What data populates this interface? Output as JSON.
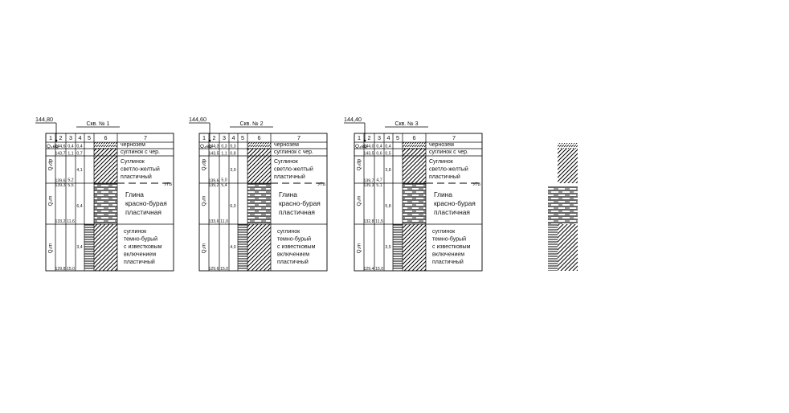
{
  "columns": [
    "1",
    "2",
    "3",
    "4",
    "5",
    "6",
    "7"
  ],
  "boreholes": [
    {
      "id": "bh1",
      "title": "Скв. № 1",
      "elevation": "144,80",
      "cells": {
        "ind_chern": "Q₄eg",
        "ind_sugl": "Q₄dp",
        "ind_glina": "Q₃m",
        "ind_tb": "Q₂m",
        "c2_r1": "144,6",
        "c3_r1": "0,4",
        "c4_r1": "0,4",
        "c2_r2": "143,7",
        "c3_r2": "1,1",
        "c4_r2": "0,7",
        "c4_r3": "4,1",
        "c2_r3a": "139,6",
        "c3_r3a": "5,2",
        "c2_r3b": "139,3",
        "c3_r3b": "5,5",
        "c4_r4": "6,4",
        "c2_r4": "133,2",
        "c3_r4": "11,6",
        "c4_r5": "3,4",
        "c2_r5": "129,8",
        "c3_r5": "15,0"
      }
    },
    {
      "id": "bh2",
      "title": "Скв. № 2",
      "elevation": "144,60",
      "cells": {
        "ind_chern": "Q₄eg",
        "ind_sugl": "Q₄dp",
        "ind_glina": "Q₃m",
        "ind_tb": "Q₂m",
        "c2_r1": "144,3",
        "c3_r1": "0,3",
        "c4_r1": "0,3",
        "c2_r2": "143,5",
        "c3_r2": "1,1",
        "c4_r2": "0,8",
        "c4_r3": "3,9",
        "c2_r3a": "139,6",
        "c3_r3a": "5,0",
        "c2_r3b": "139,2",
        "c3_r3b": "5,4",
        "c4_r4": "6,0",
        "c2_r4": "133,6",
        "c3_r4": "11,0",
        "c4_r5": "4,0",
        "c2_r5": "129,6",
        "c3_r5": "15,0"
      }
    },
    {
      "id": "bh3",
      "title": "Скв. № 3",
      "elevation": "144,40",
      "cells": {
        "ind_chern": "Q₄eg",
        "ind_sugl": "Q₄dp",
        "ind_glina": "Q₃m",
        "ind_tb": "Q₂m",
        "c2_r1": "144,0",
        "c3_r1": "0,4",
        "c4_r1": "0,4",
        "c2_r2": "143,5",
        "c3_r2": "0,6",
        "c4_r2": "0,5",
        "c4_r3": "3,8",
        "c2_r3a": "139,7",
        "c3_r3a": "4,7",
        "c2_r3b": "139,3",
        "c3_r3b": "5,1",
        "c4_r4": "5,8",
        "c2_r4": "132,8",
        "c3_r4": "11,5",
        "c4_r5": "3,5",
        "c2_r5": "129,4",
        "c3_r5": "15,0"
      }
    }
  ],
  "descriptions": {
    "chernozem": "чернозем",
    "suglinok_cher": "суглинок с чер.",
    "suglinok_light": [
      "Суглинок",
      "светло-желтый",
      "пластичный"
    ],
    "glina": [
      "Глина",
      "красно-бурая",
      "пластичная"
    ],
    "suglinok_dark": [
      "суглинок",
      "темно-бурый",
      "с известковым",
      "включением",
      "пластичный"
    ]
  },
  "gwl_label": "УГВ"
}
